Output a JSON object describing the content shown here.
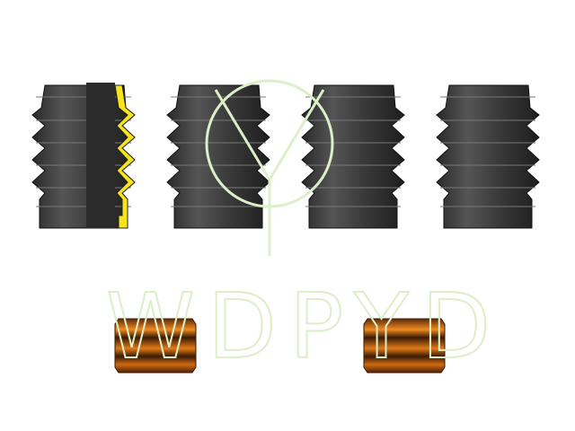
{
  "watermark": {
    "text": "WDPYD",
    "color": "#dcefc8"
  },
  "parts": {
    "bellows_count": 4,
    "bellows_color": "#3a3a3a",
    "section_color": "#f5e51a",
    "bushing_count": 2,
    "bushing_color": "#e07a18"
  }
}
